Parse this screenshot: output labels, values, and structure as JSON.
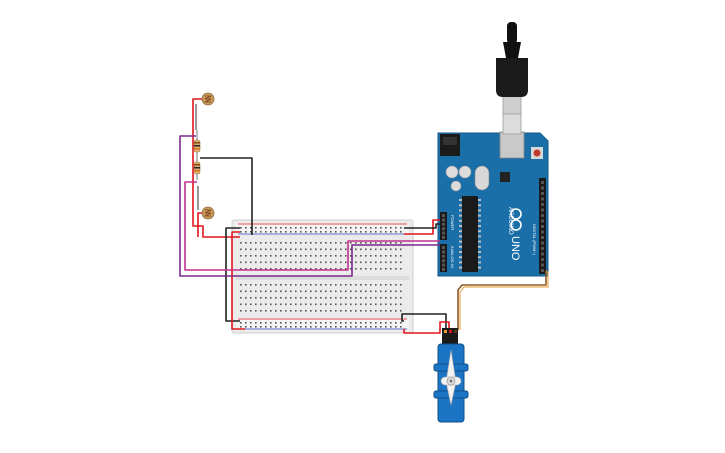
{
  "board": {
    "brand_label": "ARDUINO",
    "model_label": "UNO",
    "power_header_label": "POWER",
    "analog_header_label": "ANALOG IN",
    "digital_header_label": "DIGITAL (PWM~)",
    "color": "#1b6fa8"
  },
  "colors": {
    "wire_red": "#e0161d",
    "wire_black": "#222222",
    "wire_purple": "#7a2a8c",
    "wire_magenta": "#c2308f",
    "wire_brown": "#8a5a2b",
    "wire_orange": "#e79a2f",
    "servo_blue": "#1c74c5",
    "breadboard": "#eeeeee"
  },
  "components": {
    "ldr_top": "photoresistor-icon",
    "ldr_bottom": "photoresistor-icon",
    "resistor": "resistor-icon",
    "servo": "servo-icon",
    "usb": "usb-cable-icon"
  }
}
